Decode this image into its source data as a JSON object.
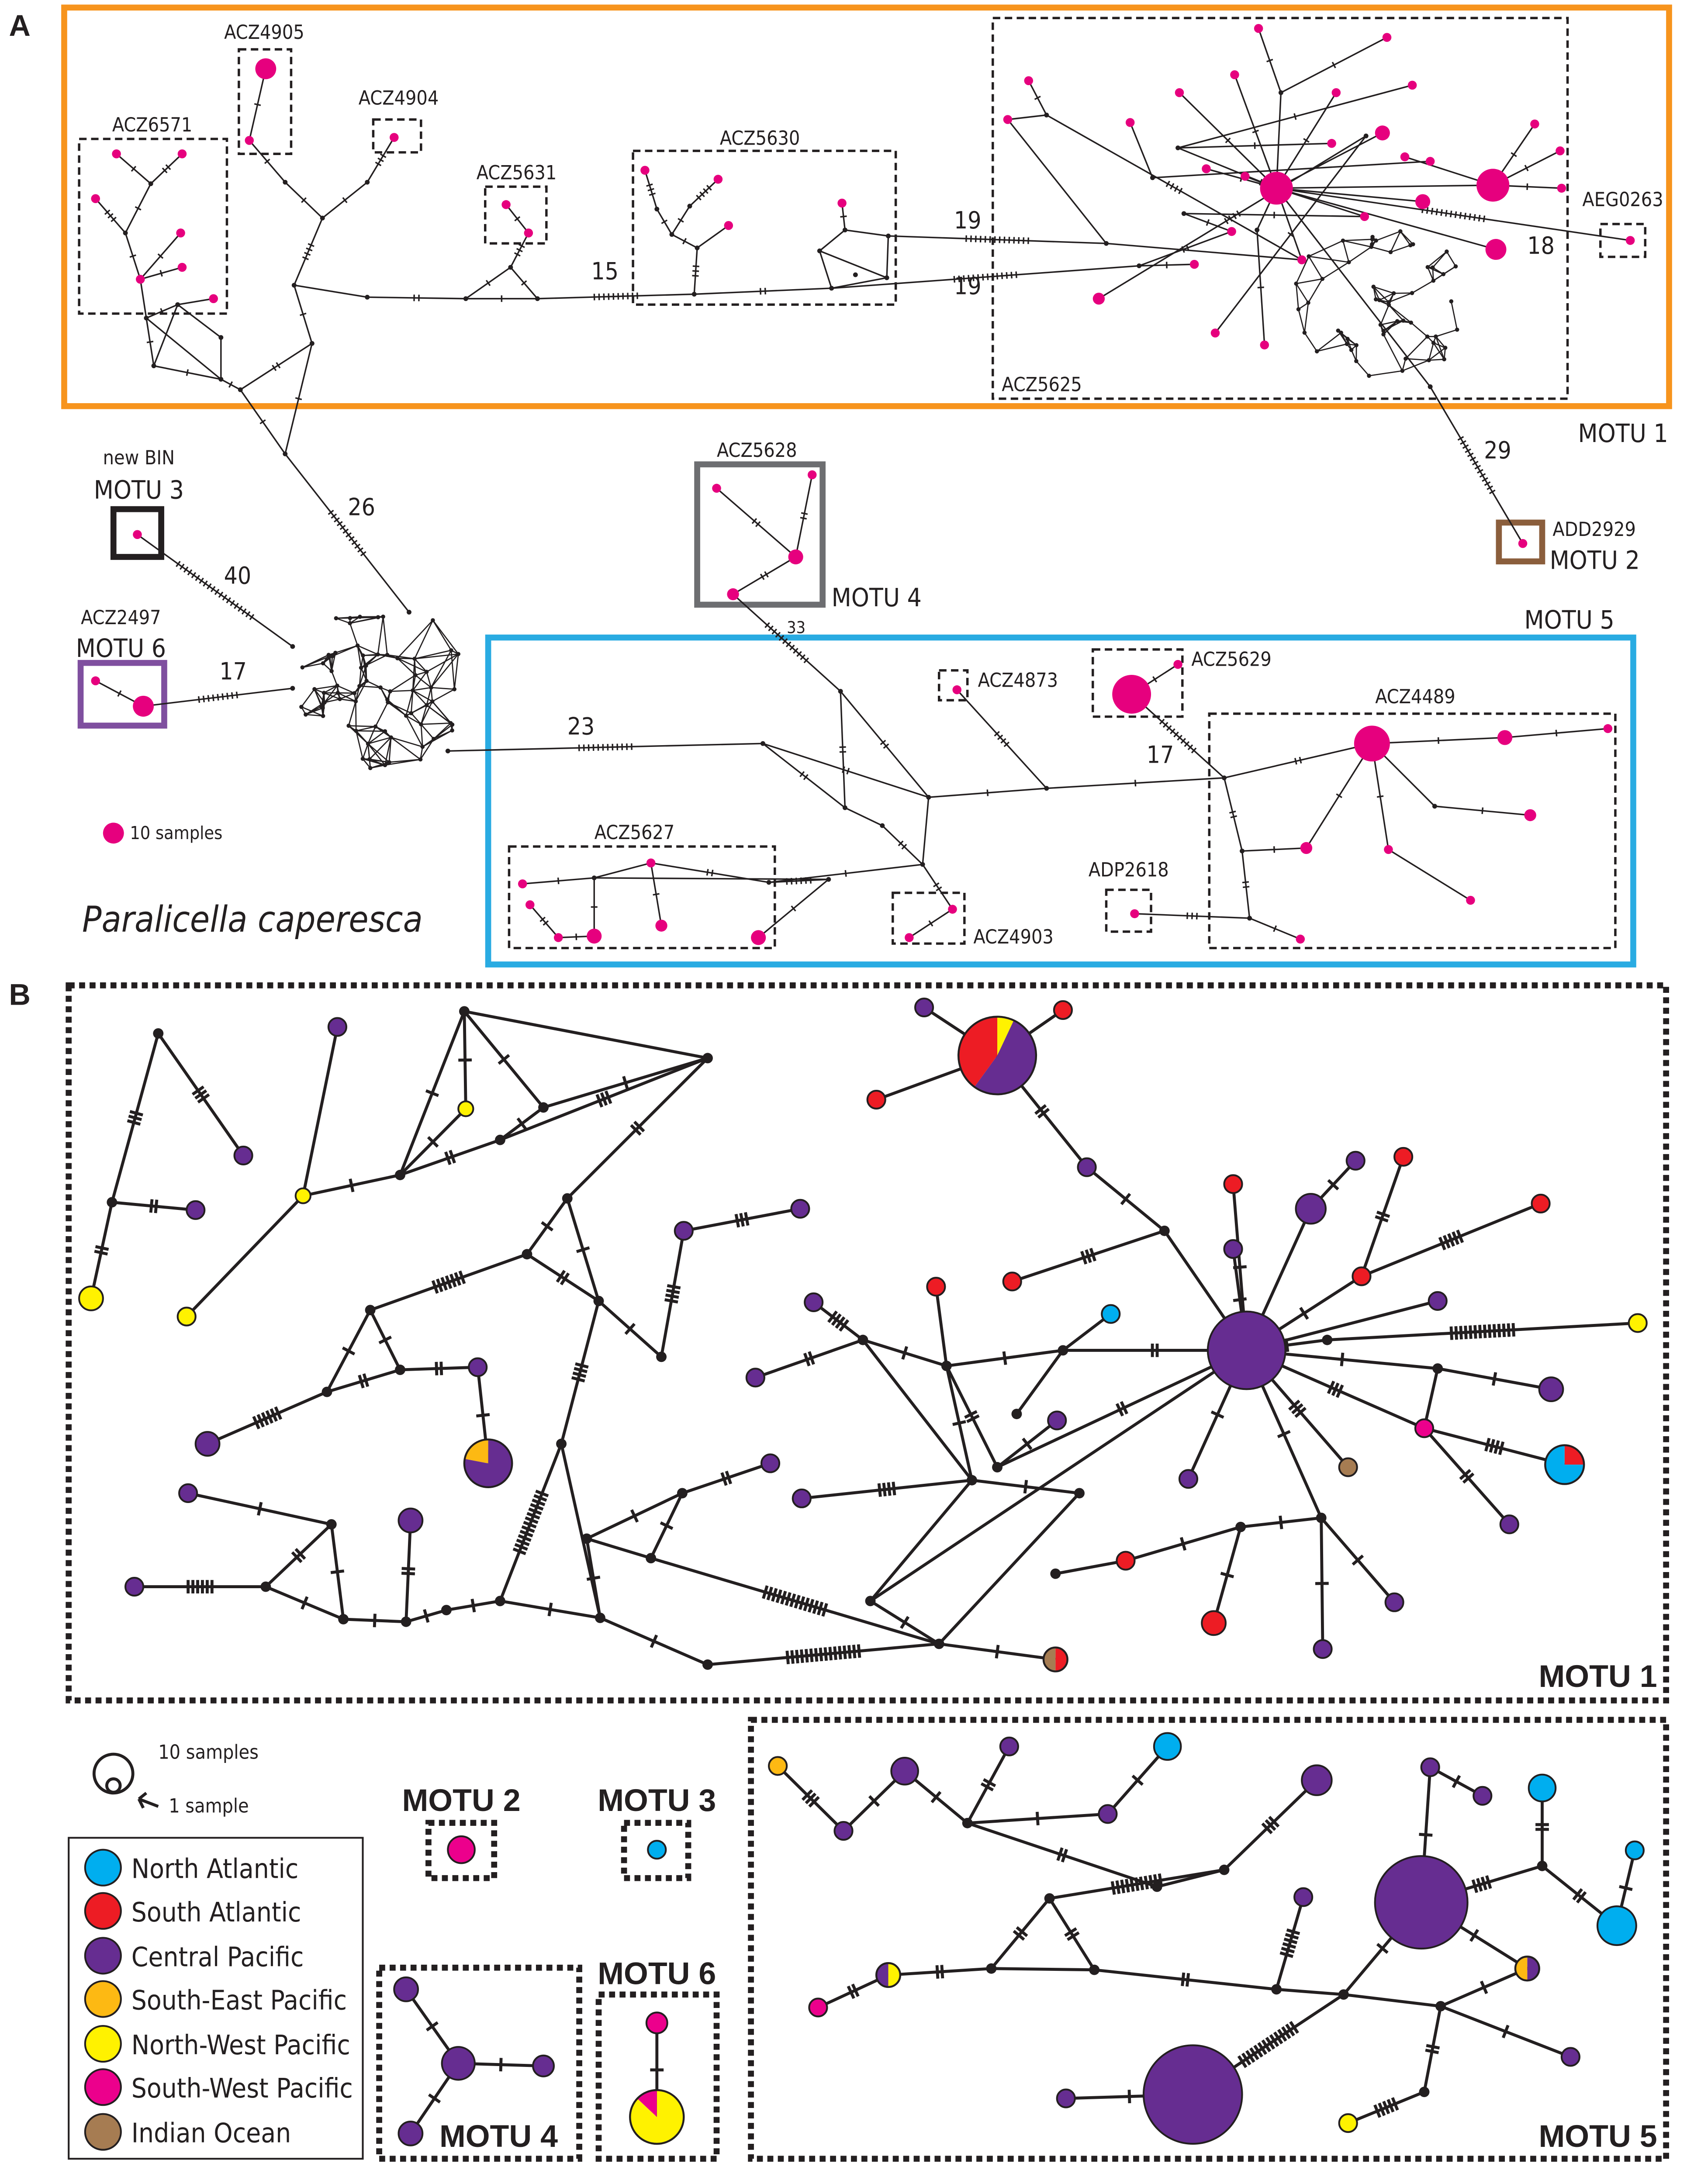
{
  "panel_a": {
    "panel_label": "A",
    "species": "Paralicella caperesca",
    "size_legend": "10 samples",
    "motu_labels": {
      "motu1": "MOTU 1",
      "motu2": "MOTU 2",
      "motu3": "MOTU 3",
      "motu4": "MOTU 4",
      "motu5": "MOTU 5",
      "motu6": "MOTU 6"
    },
    "new_bin": "new BIN",
    "bins": {
      "acz4905": "ACZ4905",
      "acz4904": "ACZ4904",
      "acz6571": "ACZ6571",
      "acz5631": "ACZ5631",
      "acz5630": "ACZ5630",
      "acz5625": "ACZ5625",
      "aeg0263": "AEG0263",
      "add2929": "ADD2929",
      "acz5628": "ACZ5628",
      "acz2497": "ACZ2497",
      "acz4873": "ACZ4873",
      "acz5629": "ACZ5629",
      "acz4489": "ACZ4489",
      "acz5627": "ACZ5627",
      "acz4903": "ACZ4903",
      "adp2618": "ADP2618"
    },
    "mutation_counts": {
      "m15": "15",
      "m19a": "19",
      "m19b": "19",
      "m18": "18",
      "m29": "29",
      "m26": "26",
      "m40": "40",
      "m17a": "17",
      "m33": "33",
      "m23": "23",
      "m17b": "17"
    },
    "node_color": "#e6007e",
    "box_colors": {
      "motu1": "#f7941d",
      "motu2": "#8b5e3c",
      "motu3": "#231f20",
      "motu4": "#6d6e71",
      "motu5": "#29abe2",
      "motu6": "#7f4f9f"
    }
  },
  "panel_b": {
    "panel_label": "B",
    "motu_labels": {
      "motu1": "MOTU 1",
      "motu2": "MOTU 2",
      "motu3": "MOTU 3",
      "motu4": "MOTU 4",
      "motu5": "MOTU 5",
      "motu6": "MOTU 6"
    },
    "size_legend": {
      "large": "10 samples",
      "small": "1 sample"
    },
    "legend": {
      "items": [
        {
          "label": "North Atlantic",
          "color": "#00aeef"
        },
        {
          "label": "South Atlantic",
          "color": "#ed1c24"
        },
        {
          "label": "Central Pacific",
          "color": "#662d91"
        },
        {
          "label": "South-East Pacific",
          "color": "#fdb913"
        },
        {
          "label": "North-West Pacific",
          "color": "#fff200"
        },
        {
          "label": "South-West Pacific",
          "color": "#ec008c"
        },
        {
          "label": "Indian Ocean",
          "color": "#a67c52"
        }
      ]
    }
  }
}
